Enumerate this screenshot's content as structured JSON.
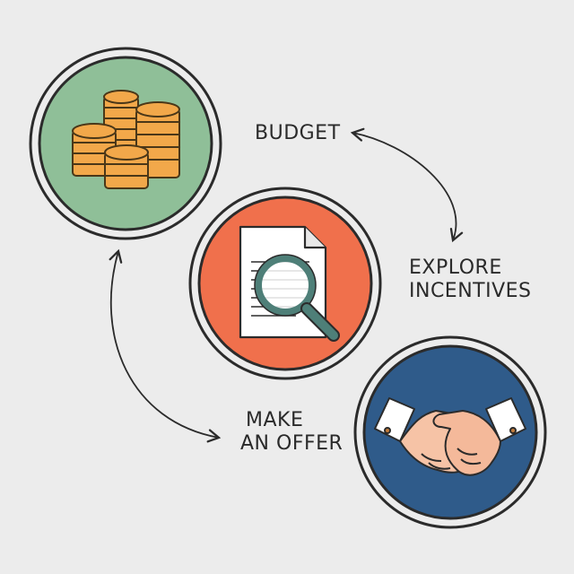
{
  "steps": [
    {
      "label": "BUDGET",
      "icon": "coins-icon",
      "circle_color": "#8fbf98"
    },
    {
      "label_lines": [
        "EXPLORE",
        "INCENTIVES"
      ],
      "icon": "document-search-icon",
      "circle_color": "#f0704c"
    },
    {
      "label_lines": [
        "MAKE",
        "AN OFFER"
      ],
      "icon": "handshake-icon",
      "circle_color": "#2f5b8a"
    }
  ],
  "colors": {
    "background": "#ececec",
    "ring": "#2b2b2b",
    "coin": "#f2a84a",
    "magnifier": "#4e7f78"
  }
}
